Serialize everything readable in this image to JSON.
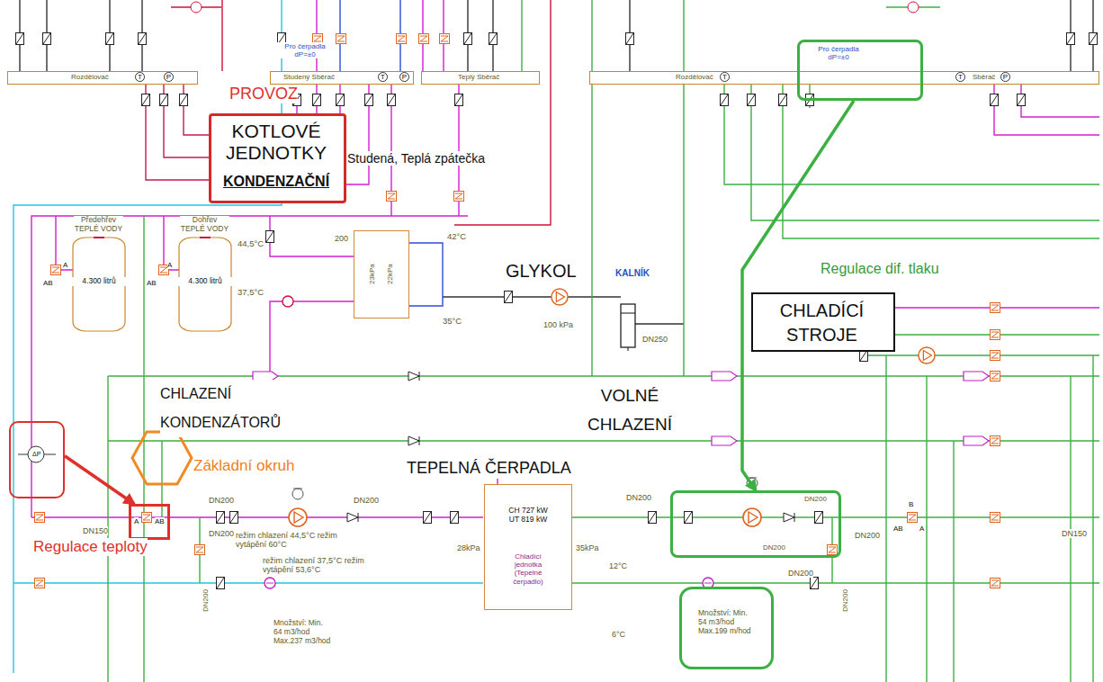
{
  "diagram": {
    "nodes": [
      {
        "text": [
          "Rozdělovač"
        ]
      },
      {
        "text": [
          "Studený Sběrač"
        ]
      },
      {
        "text": [
          "Teplý Sběrač"
        ]
      },
      {
        "text": [
          "Rozdělovač",
          "Sběrač"
        ]
      },
      {
        "text": [
          "Pro čerpadla dP=±0"
        ]
      },
      {
        "text": [
          "KOTLOVÉ JEDNOTKY",
          "KONDENZAČNÍ"
        ]
      },
      {
        "text": [
          "Předehřev TEPLÉ VODY",
          "4.300 litrů"
        ]
      },
      {
        "text": [
          "Dohřev TEPLÉ VODY",
          "4.300 litrů"
        ]
      },
      {
        "text": [
          "23kPa",
          "22kPa"
        ]
      },
      {
        "text": [
          "KALNÍK"
        ]
      },
      {
        "text": [
          "CHLADÍCÍ STROJE"
        ]
      },
      {
        "text": [
          "ΔP"
        ]
      },
      {
        "text": [
          "Základní okruh"
        ]
      },
      {
        "text": [
          "CH 727 kW UT 819 kW",
          "Chladící jednotka (Tepelné čerpadlo)"
        ]
      },
      {
        "text": [
          "A",
          "AB"
        ]
      },
      {
        "text": [
          "DN200",
          "DN200"
        ]
      },
      {
        "text": [
          "Množství: Min. 54 m3/hod Max.199 m/hod"
        ]
      }
    ],
    "edges": [
      {
        "from": 4,
        "to": 15,
        "arrow": "to"
      },
      {
        "from": 11,
        "to": 14,
        "arrow": "to"
      }
    ],
    "labels": [
      "PROVOZ",
      "Pro čerpadla dP=±0",
      "Studená, Teplá zpátečka",
      "44,5°C",
      "200",
      "37,5°C",
      "42°C",
      "35°C",
      "GLYKOL",
      "100 kPa",
      "DN250",
      "Regulace dif. tlaku",
      "CHLAZENÍ KONDENZÁTORŮ",
      "VOLNÉ CHLAZENÍ",
      "TEPELNÁ ČERPADLA",
      "Regulace teploty",
      "DN150",
      "DN200",
      "DN200",
      "DN200",
      "režim chlazení 44,5°C režim vytápění 60°C",
      "28kPa",
      "DN200",
      "35kPa",
      "12°C",
      "DN200",
      "DN150",
      "DN200",
      "režim chlazení 37,5°C režim vytápění 53,6°C",
      "6°C",
      "DN200",
      "DN200",
      "Množství: Min. 64 m3/hod Max.237 m3/hod",
      "T",
      "P",
      "T",
      "P",
      "T",
      "T",
      "P",
      "A",
      "AB",
      "A",
      "AB",
      "B",
      "AB",
      "A"
    ]
  }
}
